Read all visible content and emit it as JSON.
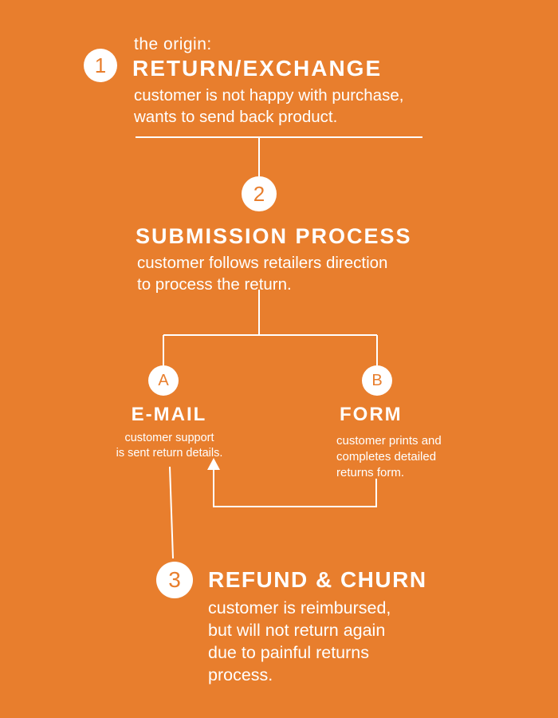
{
  "colors": {
    "background": "#E87E2D",
    "text": "#FFFFFF"
  },
  "step1": {
    "badge": "1",
    "kicker": "the origin:",
    "title": "RETURN/EXCHANGE",
    "desc": "customer is not happy with purchase,\nwants to send back product."
  },
  "step2": {
    "badge": "2",
    "title": "SUBMISSION PROCESS",
    "desc": "customer follows retailers direction\nto process the return."
  },
  "branch_a": {
    "badge": "A",
    "title": "E-MAIL",
    "desc": "customer support\nis sent return details."
  },
  "branch_b": {
    "badge": "B",
    "title": "FORM",
    "desc": "customer prints and\ncompletes detailed\nreturns form."
  },
  "step3": {
    "badge": "3",
    "title": "REFUND & CHURN",
    "desc": "customer is reimbursed,\nbut will not return again\ndue to painful returns\nprocess."
  }
}
